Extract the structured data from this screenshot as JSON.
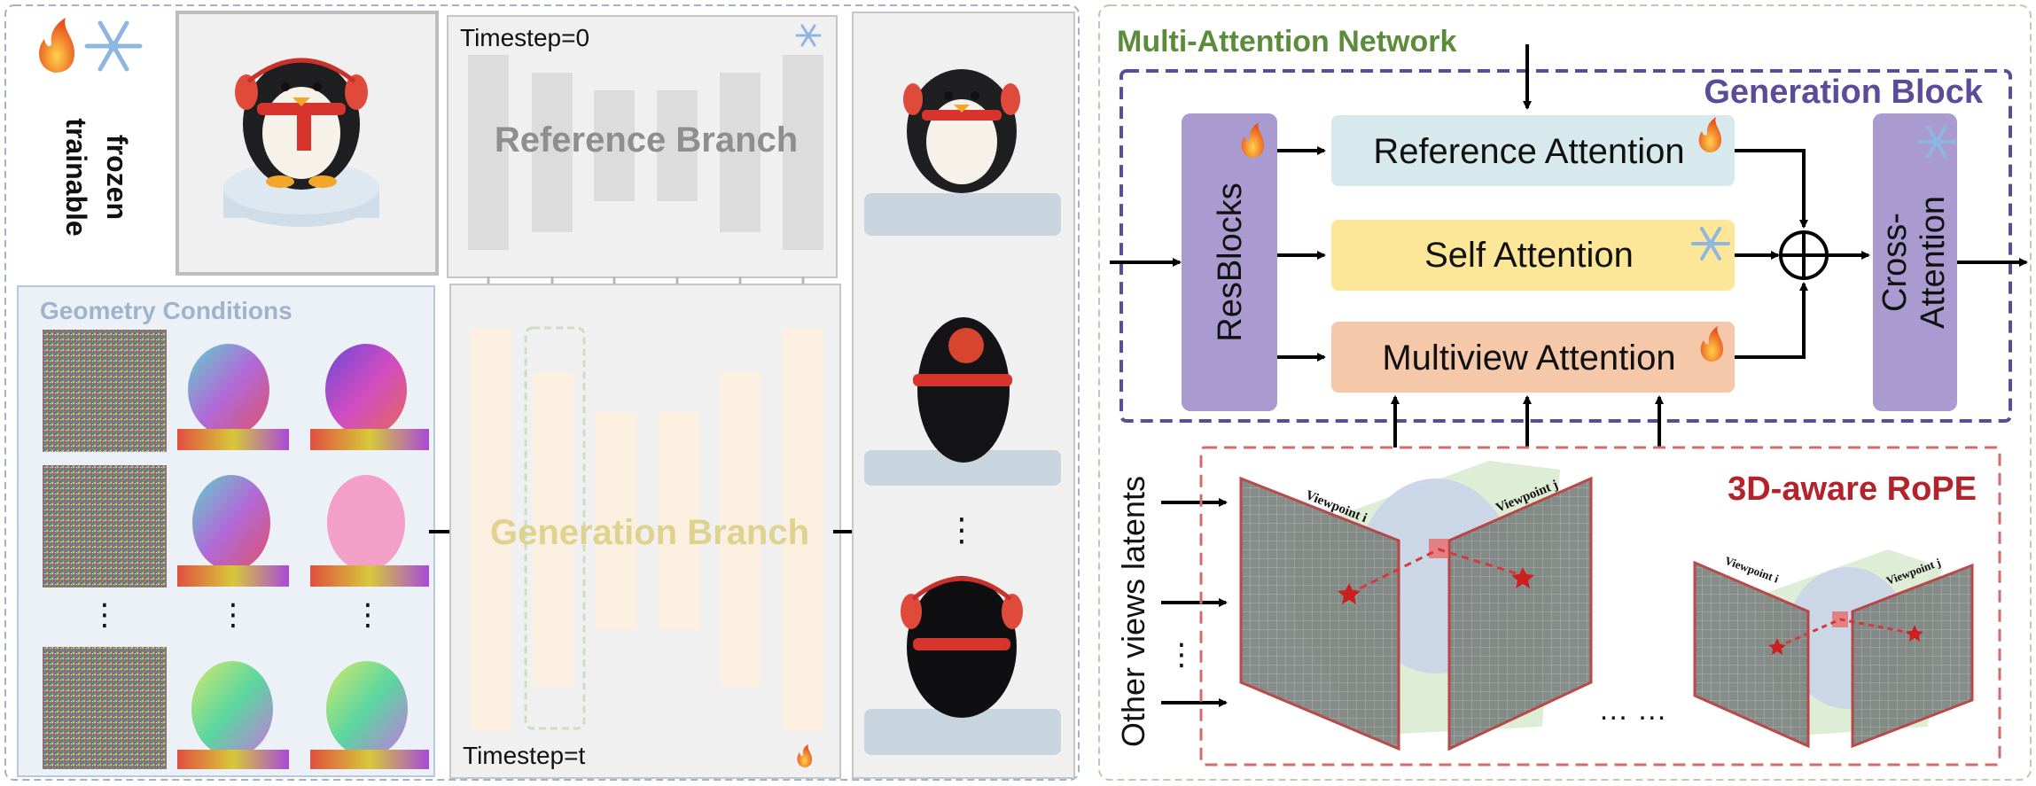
{
  "legend": {
    "trainable": "trainable",
    "frozen": "frozen",
    "trainable_icon": "fire-icon",
    "frozen_icon": "snowflake-icon"
  },
  "geometry": {
    "title": "Geometry Conditions",
    "ellipsis": [
      "⋮",
      "⋮",
      "⋮"
    ]
  },
  "reference_branch": {
    "label": "Reference Branch",
    "timestep": "Timestep=0",
    "status_icon": "snowflake-icon"
  },
  "generation_branch": {
    "label": "Generation Branch",
    "timestep": "Timestep=t",
    "status_icon": "fire-icon"
  },
  "outputs": {
    "ellipsis": "⋮"
  },
  "multi_attention": {
    "title": "Multi-Attention Network",
    "block_title": "Generation Block",
    "resblocks": "ResBlocks",
    "reference_attention": "Reference Attention",
    "self_attention": "Self Attention",
    "multiview_attention": "Multiview Attention",
    "cross_attention_line1": "Cross-",
    "cross_attention_line2": "Attention",
    "plus": "⊕"
  },
  "rope": {
    "title": "3D-aware RoPE",
    "other_views": "Other views latents",
    "vp_i": "Viewpoint i",
    "vp_j": "Viewpoint j",
    "ellipsis_v": "⋮",
    "ellipsis_h": "… …"
  },
  "colors": {
    "frame_blue": "#9fb3cf",
    "frame_green": "#b9ccb0",
    "panel_gray": "#f0f0f1",
    "geo_bg": "#ecf0f7",
    "ref_attn": "#d7e9ed",
    "self_attn": "#fbe797",
    "mv_attn": "#f4c8a8",
    "resblock": "#a99ad0",
    "gen_block_border": "#5b4c9a",
    "rope_border": "#d56b6b",
    "rope_title": "#b3232c",
    "green_title": "#5b8c3a"
  }
}
